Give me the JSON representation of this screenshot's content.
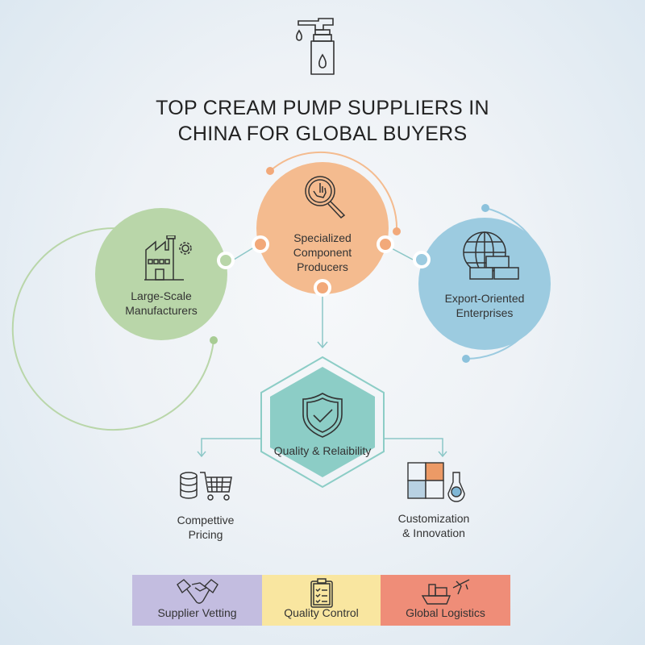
{
  "header": {
    "icon": "pump-bottle-icon",
    "title_line1": "TOP CREAM PUMP SUPPLIERS IN",
    "title_line2": "CHINA FOR GLOBAL BUYERS"
  },
  "supplier_types": [
    {
      "label_line1": "Large-Scale",
      "label_line2": "Manufacturers",
      "icon": "factory-gear-icon",
      "color": "#b9d6a9"
    },
    {
      "label_line1": "Specialized",
      "label_line2": "Component",
      "label_line3": "Producers",
      "icon": "magnifier-hand-icon",
      "color": "#f4bb8f"
    },
    {
      "label_line1": "Export-Oriented",
      "label_line2": "Enterprises",
      "icon": "globe-containers-icon",
      "color": "#9ccbe0"
    }
  ],
  "center": {
    "label": "Quality & Relaibility",
    "icon": "shield-check-icon",
    "color": "#8ccdc6"
  },
  "benefits": [
    {
      "label_line1": "Compettive",
      "label_line2": "Pricing",
      "icon": "coins-cart-icon"
    },
    {
      "label_line1": "Customization",
      "label_line2": "& Innovation",
      "icon": "puzzle-flask-icon"
    }
  ],
  "footer": [
    {
      "label": "Supplier Vetting",
      "icon": "handshake-icon",
      "color": "#c3bde0"
    },
    {
      "label": "Quality Control",
      "icon": "clipboard-checklist-icon",
      "color": "#f9e6a0"
    },
    {
      "label": "Global Logistics",
      "icon": "ship-plane-icon",
      "color": "#ef8d78"
    }
  ]
}
